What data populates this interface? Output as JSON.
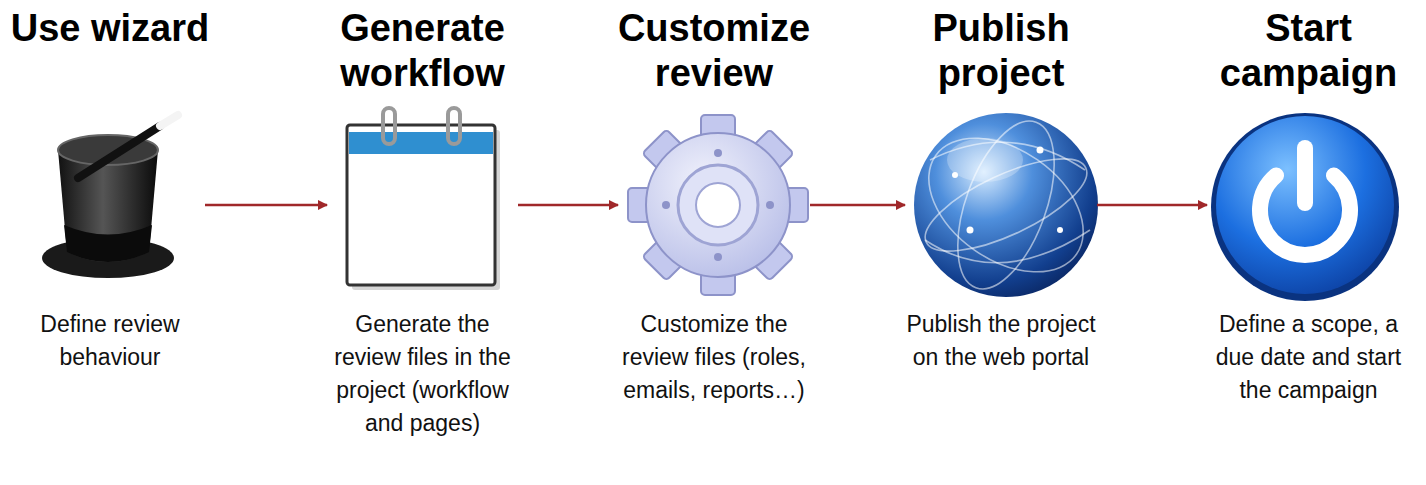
{
  "diagram": {
    "nodes": [
      {
        "text": [
          "Use wizard",
          "Define review behaviour"
        ]
      },
      {
        "text": [
          "Generate workflow",
          "Generate the review files in the project (workflow and pages)"
        ]
      },
      {
        "text": [
          "Customize review",
          "Customize the review files (roles, emails, reports…)"
        ]
      },
      {
        "text": [
          "Publish project",
          "Publish the project on the web portal"
        ]
      },
      {
        "text": [
          "Start campaign",
          "Define a scope, a due date and start the campaign"
        ]
      }
    ],
    "edges": [
      {
        "from": 0,
        "to": 1,
        "arrow": "to"
      },
      {
        "from": 1,
        "to": 2,
        "arrow": "to"
      },
      {
        "from": 2,
        "to": 3,
        "arrow": "to"
      },
      {
        "from": 3,
        "to": 4,
        "arrow": "to"
      }
    ]
  }
}
